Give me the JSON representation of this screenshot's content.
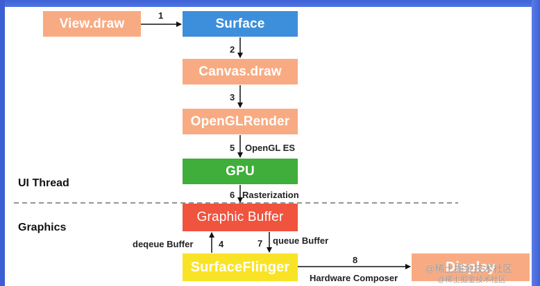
{
  "nodes": {
    "view_draw": "View.draw",
    "surface": "Surface",
    "canvas_draw": "Canvas.draw",
    "opengl_render": "OpenGLRender",
    "gpu": "GPU",
    "graphic_buffer": "Graphic Buffer",
    "surface_flinger": "SurfaceFlinger",
    "display": "Display"
  },
  "edges": {
    "e1": "1",
    "e2": "2",
    "e3": "3",
    "e5": "5",
    "e5_label": "OpenGL ES",
    "e6": "6",
    "e6_label": "Rasterization",
    "e4": "4",
    "e4_label": "deqeue Buffer",
    "e7": "7",
    "e7_label": "queue Buffer",
    "e8": "8",
    "e8_label": "Hardware Composer"
  },
  "sections": {
    "ui_thread": "UI Thread",
    "graphics": "Graphics"
  },
  "watermark": {
    "line1": "@稀土掘金技术社区",
    "line2": "@稀土掘金技术社区"
  },
  "colors": {
    "orange": "#f8ab82",
    "blue": "#3d8fdb",
    "green": "#3fae3a",
    "red": "#f0533e",
    "yellow": "#f9e327"
  }
}
